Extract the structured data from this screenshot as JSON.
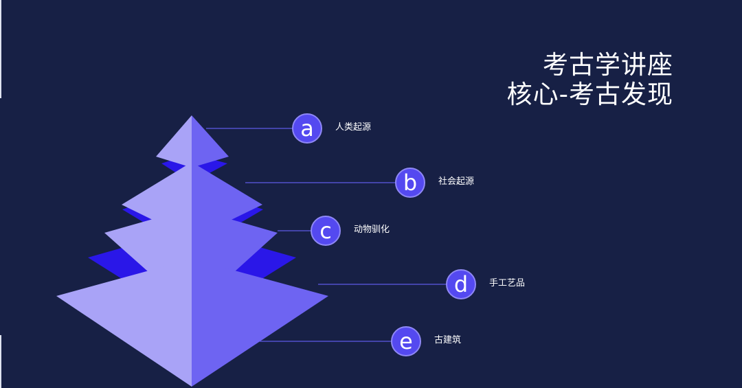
{
  "title": {
    "line1": "考古学讲座",
    "line2": "核心-考古发现"
  },
  "layers": [
    {
      "letter": "a",
      "label": "人类起源"
    },
    {
      "letter": "b",
      "label": "社会起源"
    },
    {
      "letter": "c",
      "label": "动物驯化"
    },
    {
      "letter": "d",
      "label": "手工艺品"
    },
    {
      "letter": "e",
      "label": "古建筑"
    }
  ],
  "colors": {
    "background": "#172045",
    "face_left": "#a9a3f7",
    "face_right": "#6e64f2",
    "band": "#2a17e8",
    "badge": "#5449f0",
    "badge_border": "#8f88f6",
    "leader_line": "#5e5ae8",
    "text": "#ffffff"
  }
}
